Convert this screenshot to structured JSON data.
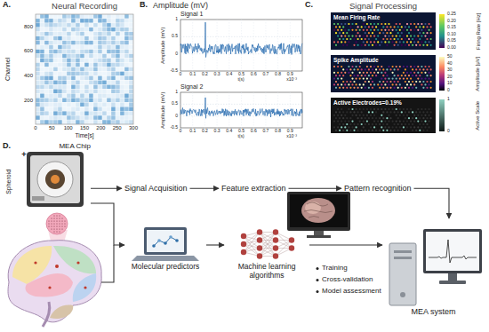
{
  "diagram": {
    "nodes": [
      {
        "text": [
          "MEA Chip"
        ]
      },
      {
        "text": [
          "Signal Acquisition"
        ]
      },
      {
        "text": [
          "Feature extraction"
        ]
      },
      {
        "text": [
          "Pattern recognition"
        ]
      },
      {
        "text": [
          "Molecular predictors"
        ]
      },
      {
        "text": [
          "Machine learning algorithms"
        ]
      },
      {
        "text": [
          "MEA system"
        ]
      }
    ],
    "edges": [
      {
        "from": 0,
        "to": 1,
        "arrow": "to"
      },
      {
        "from": 1,
        "to": 2,
        "arrow": "to"
      },
      {
        "from": 2,
        "to": 3,
        "arrow": "to"
      },
      {
        "from": 3,
        "to": 6,
        "arrow": "to"
      },
      {
        "from": 0,
        "to": 4,
        "arrow": "to"
      },
      {
        "from": 4,
        "to": 5,
        "arrow": "to"
      },
      {
        "from": 5,
        "to": 6,
        "arrow": "to"
      }
    ],
    "labels": [
      "A.",
      "Neural Recording",
      "Channel",
      "800",
      "600",
      "400",
      "200",
      "0",
      "50",
      "100",
      "150",
      "200",
      "250",
      "300",
      "Time[s]",
      "B.",
      "Amplitude (mV)",
      "Signal 1",
      "Amplitude (mV)",
      "1",
      "0.5",
      "0",
      "-0.5",
      "0",
      "0.1",
      "0.2",
      "0.3",
      "0.4",
      "0.5",
      "0.6",
      "0.7",
      "0.8",
      "0.9",
      "t(s)",
      "x10⁻³",
      "Signal 2",
      "Amplitude (mV)",
      "1",
      "0.5",
      "0",
      "-0.5",
      "0",
      "0.1",
      "0.2",
      "0.3",
      "0.4",
      "0.5",
      "0.6",
      "0.7",
      "0.8",
      "0.9",
      "t(s)",
      "x10⁻³",
      "C.",
      "Signal Processing",
      "Mean Firing Rate",
      "0.25",
      "0.20",
      "0.15",
      "0.10",
      "0.05",
      "0.00",
      "Firing Rate [Hz]",
      "Spike Amplitude",
      "50",
      "40",
      "30",
      "20",
      "10",
      "0",
      "Amplitude [μV]",
      "Active Electrodes=0.19%",
      "1",
      "0",
      "Active Scale",
      "D.",
      "+",
      "Spheroid",
      "Training",
      "Cross-validation",
      "Model assessment"
    ]
  }
}
